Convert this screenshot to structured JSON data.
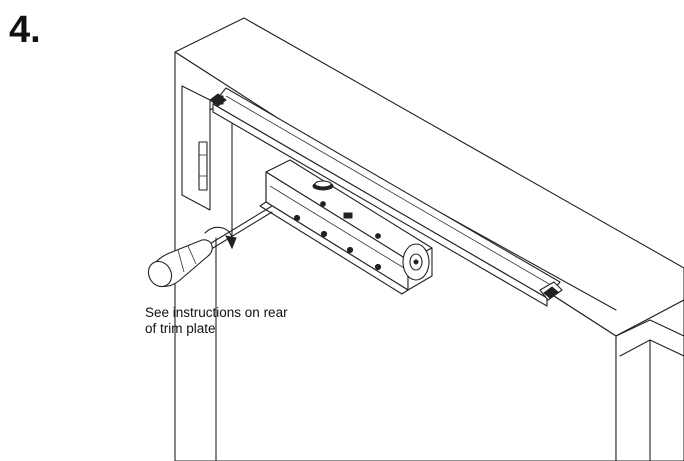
{
  "step": {
    "number": "4."
  },
  "caption": {
    "line1": "See instructions on rear",
    "line2": "of trim plate"
  },
  "icons": [
    "screwdriver-icon",
    "rotation-arrow-icon"
  ]
}
